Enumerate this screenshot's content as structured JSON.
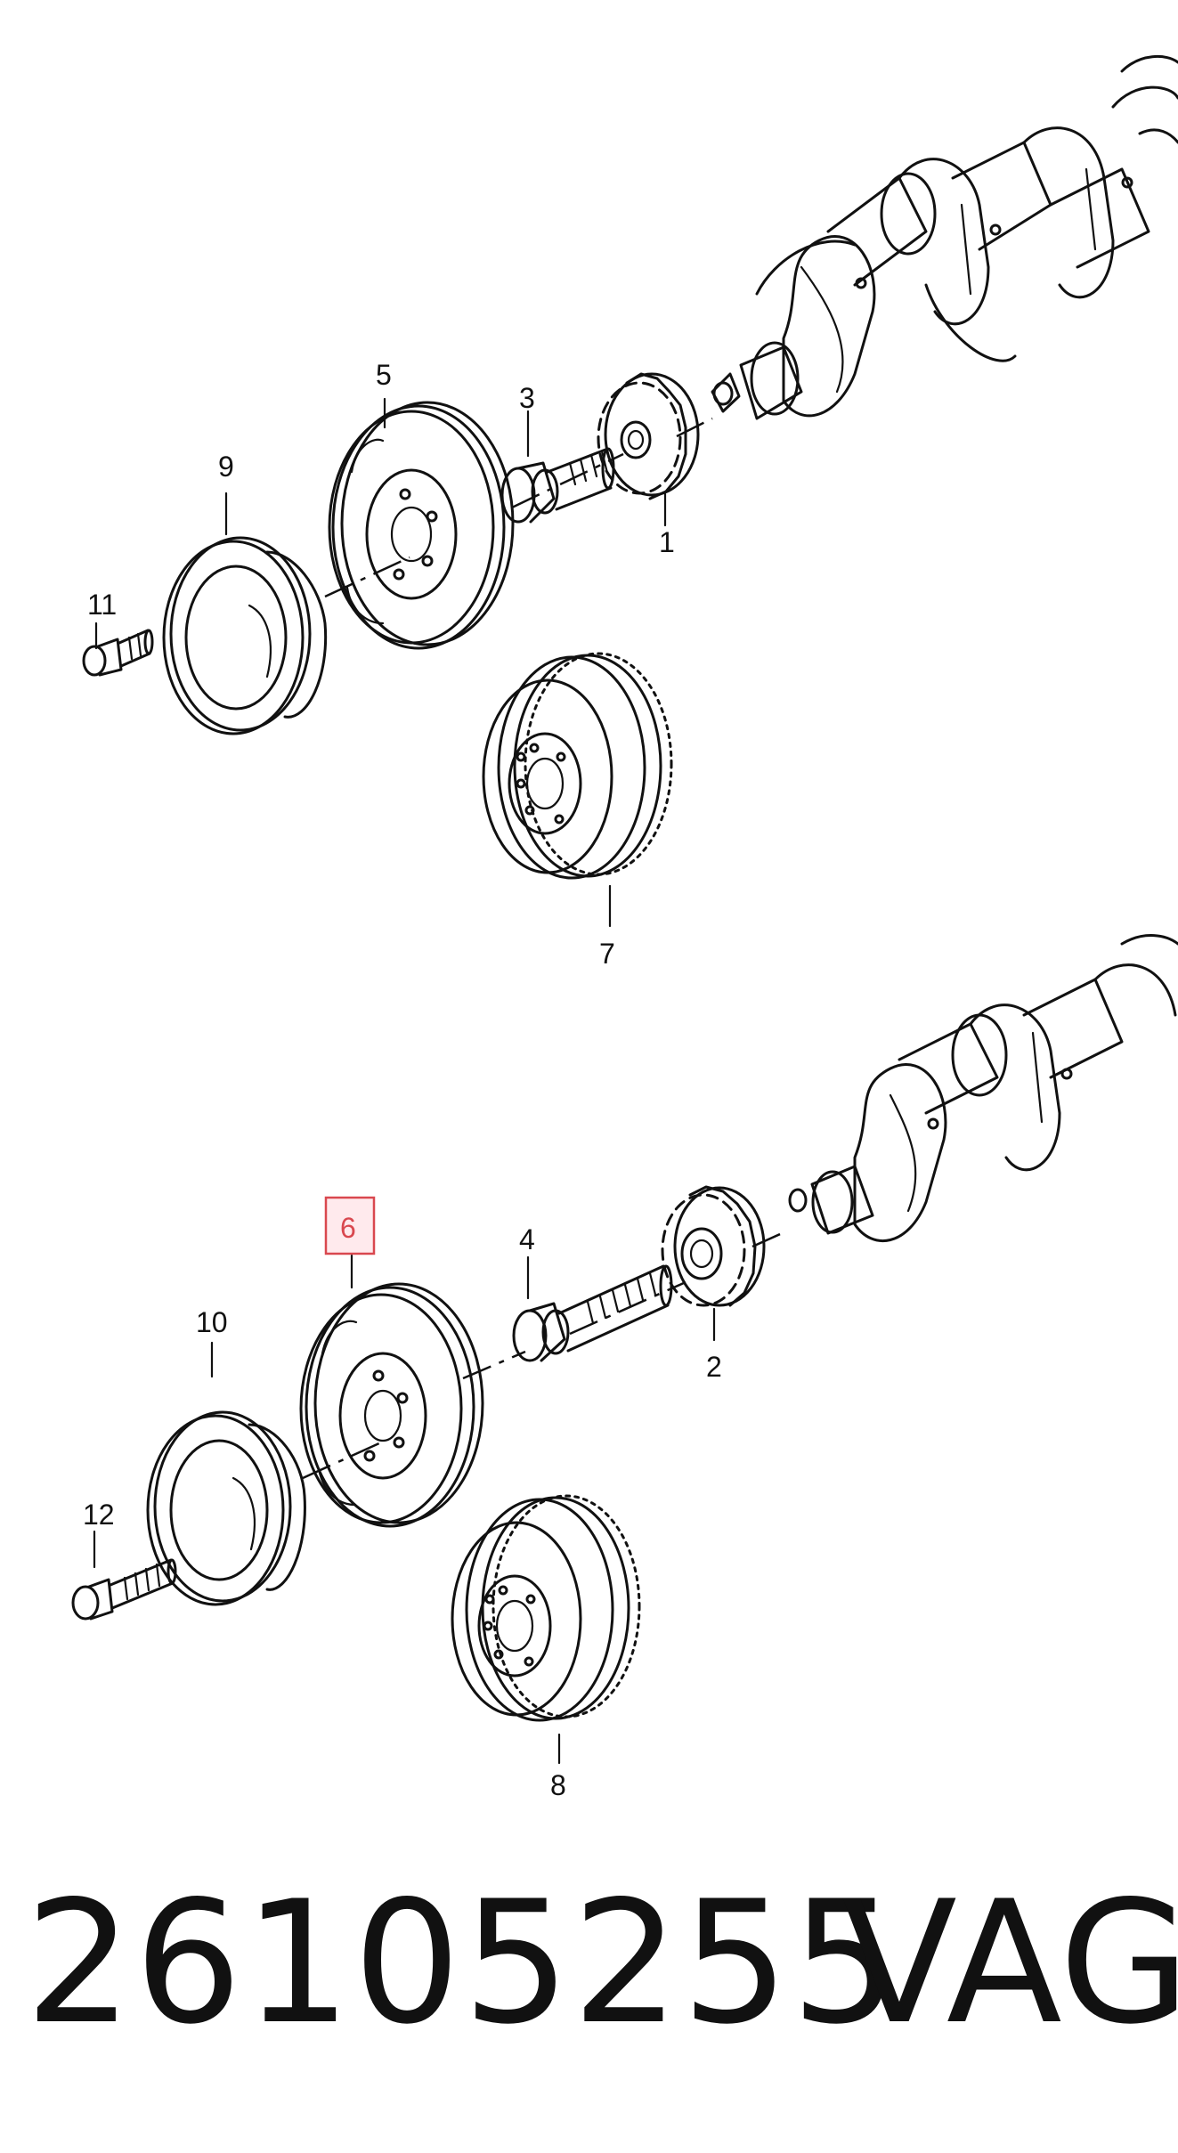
{
  "callouts": [
    {
      "id": "c1",
      "text": "1"
    },
    {
      "id": "c2",
      "text": "2"
    },
    {
      "id": "c3",
      "text": "3"
    },
    {
      "id": "c4",
      "text": "4"
    },
    {
      "id": "c5",
      "text": "5"
    },
    {
      "id": "c6",
      "text": "6",
      "highlighted": true
    },
    {
      "id": "c7",
      "text": "7"
    },
    {
      "id": "c8",
      "text": "8"
    },
    {
      "id": "c9",
      "text": "9"
    },
    {
      "id": "c10",
      "text": "10"
    },
    {
      "id": "c11",
      "text": "11"
    },
    {
      "id": "c12",
      "text": "12"
    }
  ],
  "highlight_color": "#d9484f",
  "footer": {
    "part_number": "26105255",
    "brand": "VAG"
  }
}
